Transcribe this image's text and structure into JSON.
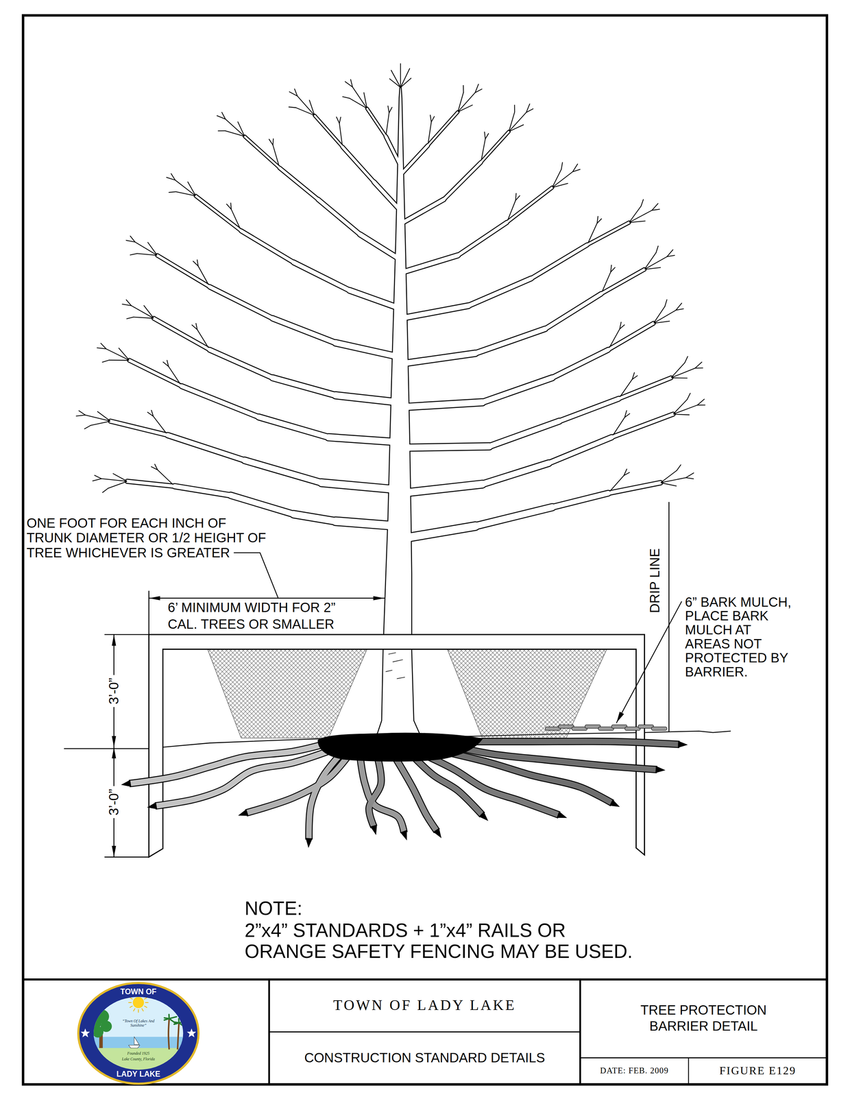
{
  "diagram": {
    "nodes": [
      {
        "text": [
          "TOWN OF LADY LAKE"
        ]
      },
      {
        "text": [
          "CONSTRUCTION STANDARD DETAILS"
        ]
      },
      {
        "text": [
          "TREE PROTECTION BARRIER DETAIL"
        ]
      },
      {
        "text": [
          "DATE: FEB. 2009"
        ]
      },
      {
        "text": [
          "FIGURE E129"
        ]
      }
    ],
    "labels": [
      "ONE FOOT FOR EACH INCH OF TRUNK DIAMETER OR 1/2 HEIGHT OF TREE WHICHEVER IS GREATER",
      "6’ MINIMUM WIDTH FOR 2” CAL. TREES OR SMALLER",
      "DRIP LINE",
      "6” BARK MULCH, PLACE BARK MULCH AT AREAS NOT PROTECTED BY BARRIER.",
      "3’-0”",
      "3’-0”",
      "NOTE:",
      "2”x4” STANDARDS + 1”x4” RAILS OR ORANGE SAFETY FENCING MAY BE USED.",
      "TOWN OF",
      "LADY LAKE",
      "“Town Of Lakes And Sunshine”",
      "Founded 1925",
      "Lake County, Florida"
    ]
  }
}
